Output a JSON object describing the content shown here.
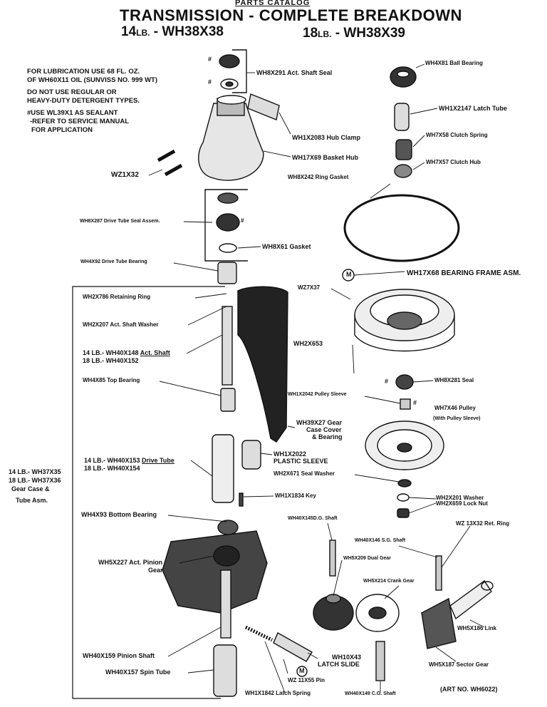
{
  "header": {
    "catalog": "PARTS CATALOG",
    "title": "TRANSMISSION - COMPLETE BREAKDOWN",
    "model_left_weight": "14",
    "model_left_unit": "LB.",
    "model_left_code": "- WH38X38",
    "model_right_weight": "18",
    "model_right_unit": "LB.",
    "model_right_code": "- WH38X39"
  },
  "notes": {
    "line1": "FOR LUBRICATION USE 68 FL. OZ.",
    "line2": "OF WH60X11 OIL (SUNVISS NO. 999 WT)",
    "line3": "DO NOT USE REGULAR OR",
    "line4": "HEAVY-DUTY DETERGENT TYPES.",
    "line5": "#USE WL39X1 AS SEALANT",
    "line6": "-REFER TO SERVICE MANUAL",
    "line7": "FOR APPLICATION"
  },
  "labels": {
    "act_shaft_seal": "WH8X291 Act. Shaft Seal",
    "hub_clamp": "WH1X2083 Hub Clamp",
    "basket_hub": "WH17X69 Basket Hub",
    "wz1x32": "WZ1X32",
    "ball_bearing": "WH4X81 Ball Bearing",
    "latch_tube": "WH1X2147 Latch Tube",
    "clutch_spring": "WH7X58 Clutch Spring",
    "clutch_hub": "WH7X57 Clutch Hub",
    "ring_gasket": "WH8X242 Ring Gasket",
    "drive_tube_seal": "WH8X287 Drive Tube Seal Assem.",
    "gasket": "WH8X61 Gasket",
    "drive_tube_bearing": "WH4X92 Drive Tube Bearing",
    "bearing_frame": "WH17X68 BEARING FRAME ASM.",
    "wz7x37": "WZ7X37",
    "retaining_ring": "WH2X786 Retaining Ring",
    "act_shaft_washer": "WH2X207 Act. Shaft Washer",
    "act_shaft_14": "14 LB.- WH40X148",
    "act_shaft_name": "Act. Shaft",
    "act_shaft_18": "18 LB.- WH40X152",
    "wh2x653": "WH2X653",
    "top_bearing": "WH4X85 Top Bearing",
    "seal": "WH8X281 Seal",
    "pulley_sleeve": "WH1X2042 Pulley Sleeve",
    "pulley": "WH7X46 Pulley",
    "pulley_note": "(With Pulley Sleeve)",
    "gear_case_cover_1": "WH39X27 Gear",
    "gear_case_cover_2": "Case Cover",
    "gear_case_cover_3": "& Bearing",
    "plastic_sleeve_1": "WH1X2022",
    "plastic_sleeve_2": "PLASTIC SLEEVE",
    "drive_tube_14": "14 LB.- WH40X153",
    "drive_tube_name": "Drive Tube",
    "drive_tube_18": "18 LB.- WH40X154",
    "gear_case_14": "14 LB.- WH37X35",
    "gear_case_18": "18 LB.- WH37X36",
    "gear_case_name": "Gear Case &",
    "gear_case_name2": "Tube Asm.",
    "seal_washer": "WH2X671 Seal Washer",
    "washer": "WH2X201 Washer",
    "key": "WH1X1834 Key",
    "lock_nut": "WH2X659 Lock Nut",
    "bottom_bearing": "WH4X93 Bottom Bearing",
    "cg_shaft_1": "WH40X145D.G. Shaft",
    "sg_shaft": "WH40X146 S.G. Shaft",
    "ret_ring": "WZ 13X32 Ret. Ring",
    "pinion_gear_1": "WH5X227 Act. Pinion",
    "pinion_gear_2": "Gear",
    "dual_gear": "WH5X209 Dual Gear",
    "crank_gear": "WH5X214 Crank Gear",
    "link": "WH5X186 Link",
    "pinion_shaft": "WH40X159 Pinion Shaft",
    "latch_slide_1": "WH10X43",
    "latch_slide_2": "LATCH SLIDE",
    "spin_tube": "WH40X157 Spin Tube",
    "sector_gear": "WH5X187 Sector Gear",
    "pin": "WZ 11X55 Pin",
    "latch_spring": "WH1X1842 Latch Spring",
    "cg_shaft_2": "WH40X149 C.G. Shaft",
    "art_no": "(ART NO. WH6022)",
    "marker_m": "M",
    "marker_hash": "#"
  }
}
